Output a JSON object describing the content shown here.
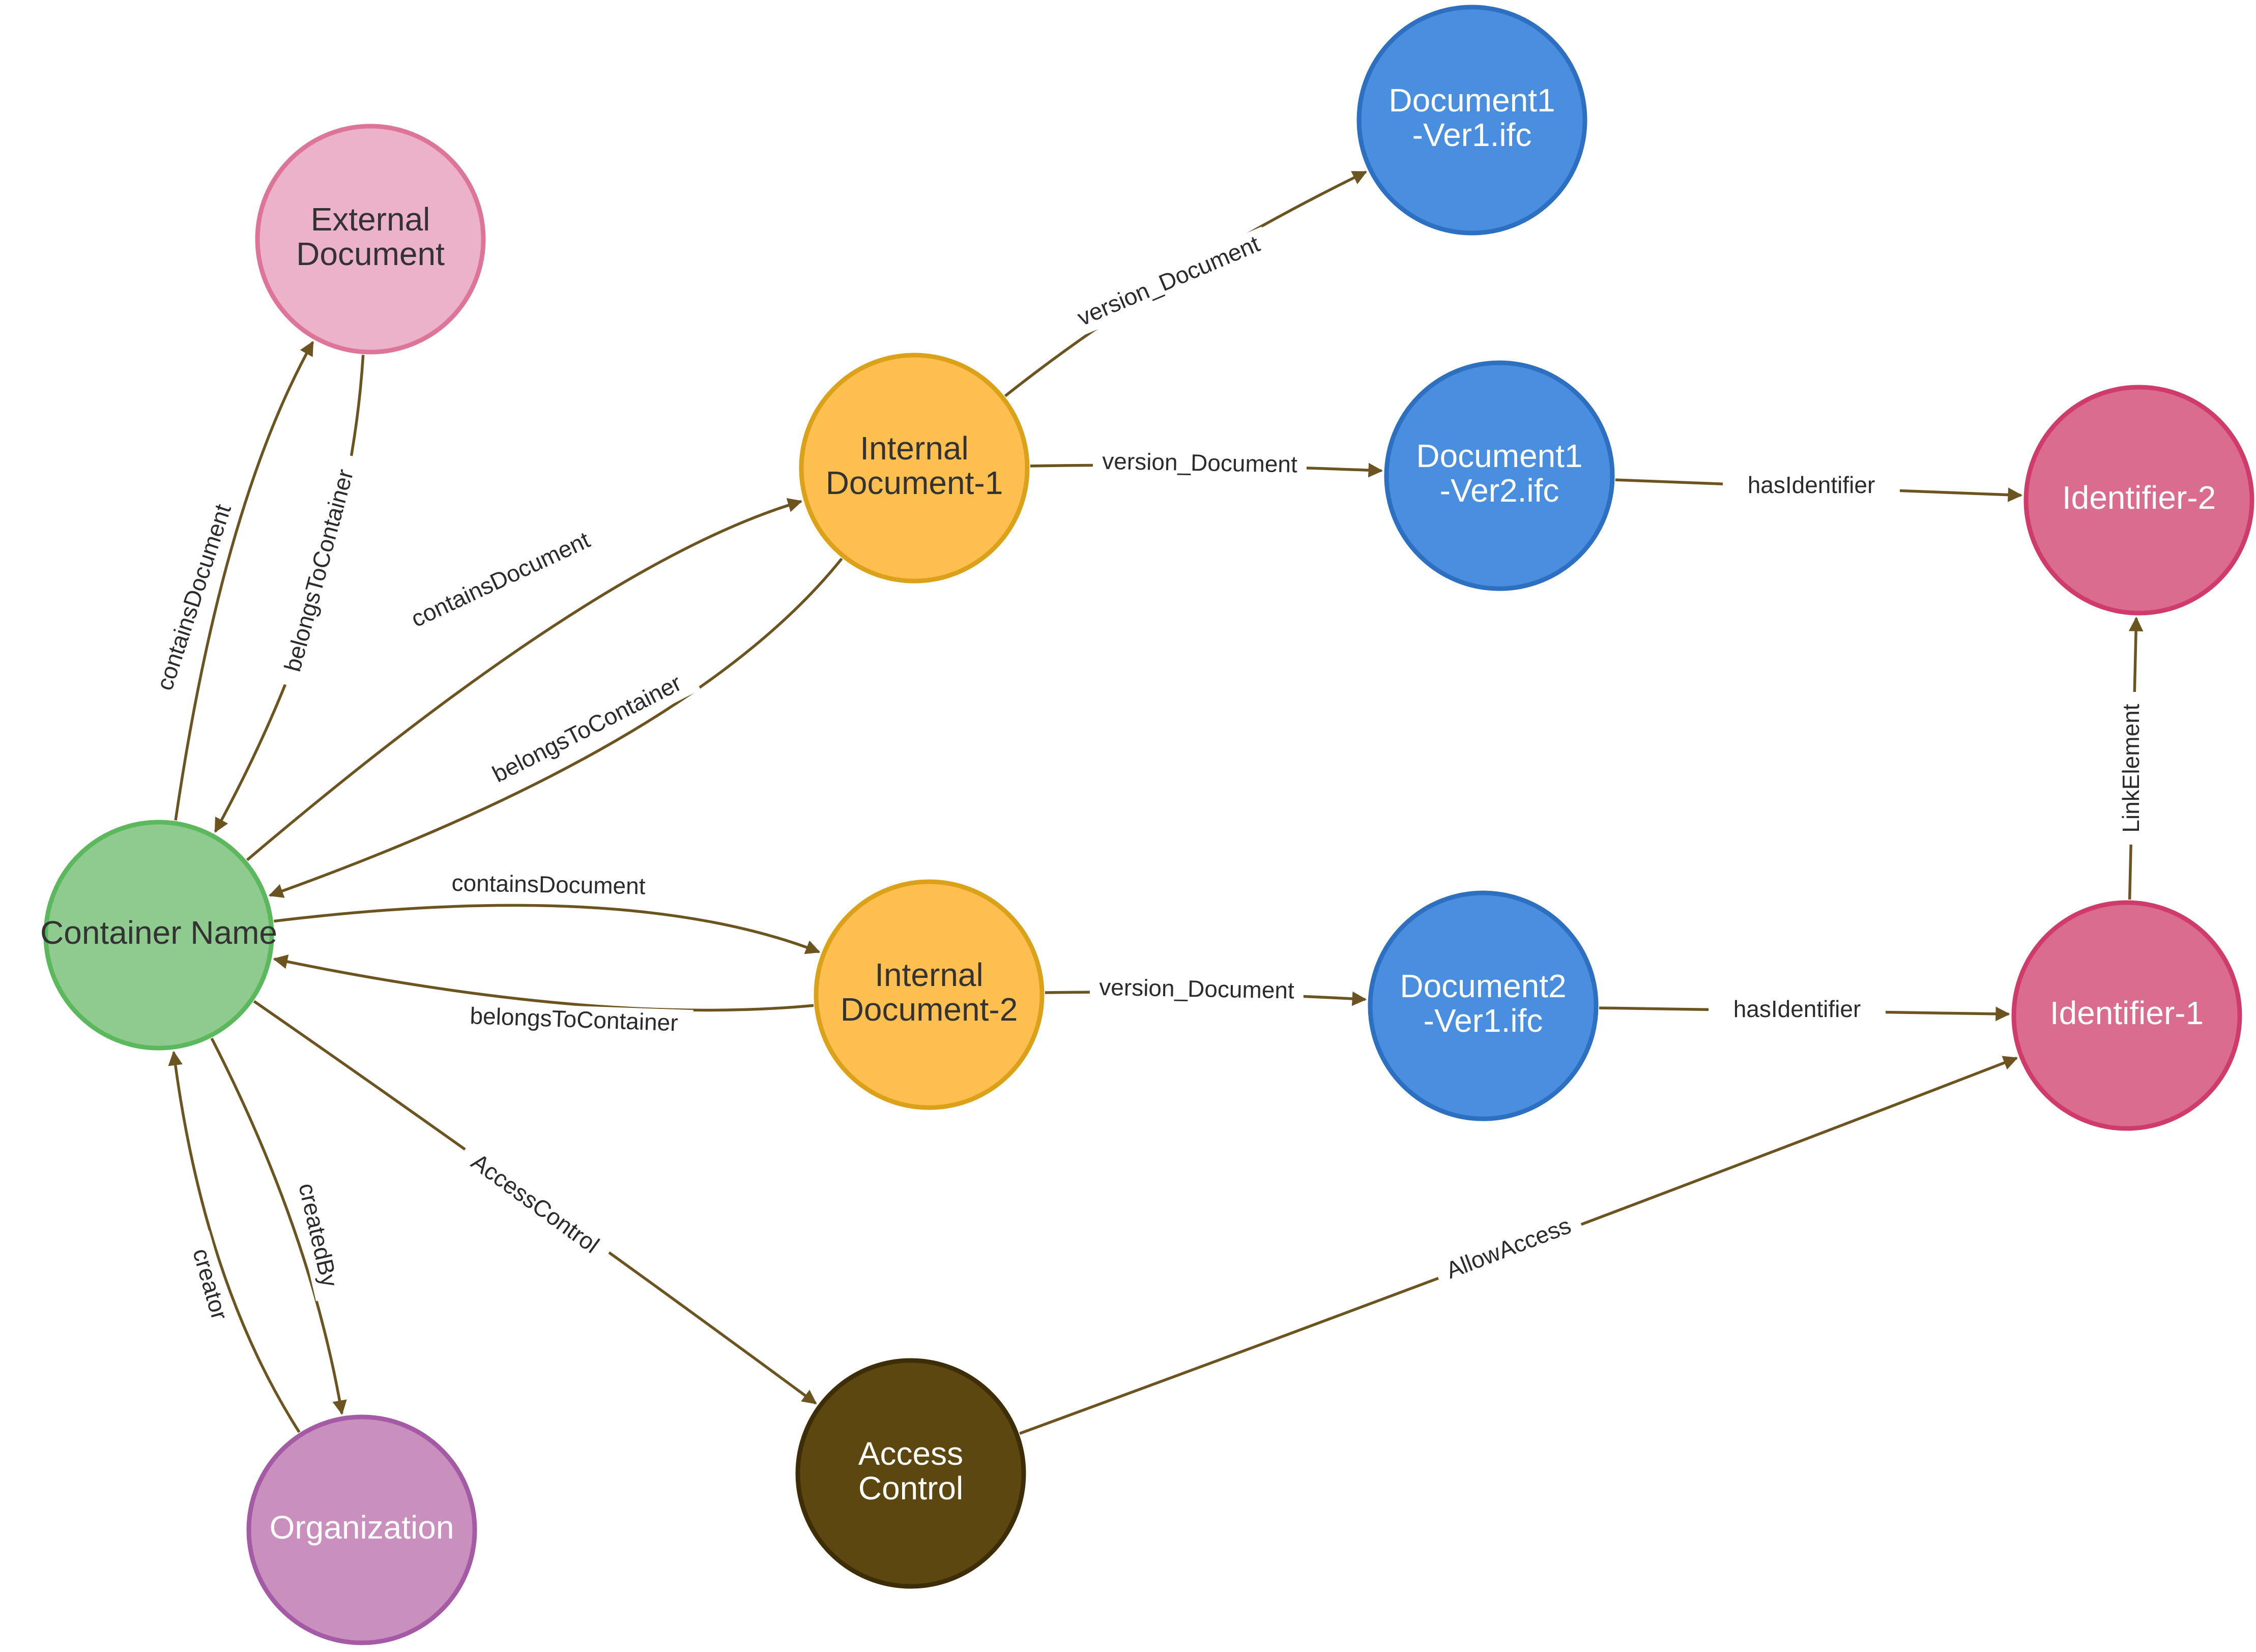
{
  "nodes": [
    {
      "id": "container",
      "lines": [
        "Container Name"
      ],
      "fill": "#8fcb8f",
      "stroke": "#5cb85c",
      "text_color": "#333333"
    },
    {
      "id": "external",
      "lines": [
        "External",
        "Document"
      ],
      "fill": "#ebb2c9",
      "stroke": "#dd7598",
      "text_color": "#333333"
    },
    {
      "id": "internal1",
      "lines": [
        "Internal",
        "Document-1"
      ],
      "fill": "#fdbf4f",
      "stroke": "#dba219",
      "text_color": "#333333"
    },
    {
      "id": "internal2",
      "lines": [
        "Internal",
        "Document-2"
      ],
      "fill": "#fdbf4f",
      "stroke": "#dba219",
      "text_color": "#333333"
    },
    {
      "id": "doc1v1",
      "lines": [
        "Document1",
        "-Ver1.ifc"
      ],
      "fill": "#4a8edf",
      "stroke": "#2d6fc0",
      "text_color": "#ffffff"
    },
    {
      "id": "doc1v2",
      "lines": [
        "Document1",
        "-Ver2.ifc"
      ],
      "fill": "#4a8edf",
      "stroke": "#2d6fc0",
      "text_color": "#ffffff"
    },
    {
      "id": "doc2v1",
      "lines": [
        "Document2",
        "-Ver1.ifc"
      ],
      "fill": "#4a8edf",
      "stroke": "#2d6fc0",
      "text_color": "#ffffff"
    },
    {
      "id": "id2",
      "lines": [
        "Identifier-2"
      ],
      "fill": "#da6c8f",
      "stroke": "#cf3c6c",
      "text_color": "#ffffff"
    },
    {
      "id": "id1",
      "lines": [
        "Identifier-1"
      ],
      "fill": "#da6c8f",
      "stroke": "#cf3c6c",
      "text_color": "#ffffff"
    },
    {
      "id": "access",
      "lines": [
        "Access",
        "Control"
      ],
      "fill": "#5d4710",
      "stroke": "#3d2e08",
      "text_color": "#ffffff"
    },
    {
      "id": "org",
      "lines": [
        "Organization"
      ],
      "fill": "#c990be",
      "stroke": "#a45aa4",
      "text_color": "#ffffff"
    }
  ],
  "edges": [
    {
      "from": "container",
      "to": "external",
      "label": "containsDocument"
    },
    {
      "from": "external",
      "to": "container",
      "label": "belongsToContainer"
    },
    {
      "from": "container",
      "to": "internal1",
      "label": "containsDocument"
    },
    {
      "from": "internal1",
      "to": "container",
      "label": "belongsToContainer"
    },
    {
      "from": "container",
      "to": "internal2",
      "label": "containsDocument"
    },
    {
      "from": "internal2",
      "to": "container",
      "label": "belongsToContainer"
    },
    {
      "from": "internal1",
      "to": "doc1v1",
      "label": "version_Document"
    },
    {
      "from": "internal1",
      "to": "doc1v2",
      "label": "version_Document"
    },
    {
      "from": "internal2",
      "to": "doc2v1",
      "label": "version_Document"
    },
    {
      "from": "doc1v2",
      "to": "id2",
      "label": "hasIdentifier"
    },
    {
      "from": "doc2v1",
      "to": "id1",
      "label": "hasIdentifier"
    },
    {
      "from": "id1",
      "to": "id2",
      "label": "LinkElement"
    },
    {
      "from": "container",
      "to": "access",
      "label": "AccessControl"
    },
    {
      "from": "access",
      "to": "id1",
      "label": "AllowAccess"
    },
    {
      "from": "container",
      "to": "org",
      "label": "createdBy"
    },
    {
      "from": "org",
      "to": "container",
      "label": "creator"
    }
  ],
  "colors": {
    "edge": "#6b5420",
    "label": "#2b2b2b"
  }
}
